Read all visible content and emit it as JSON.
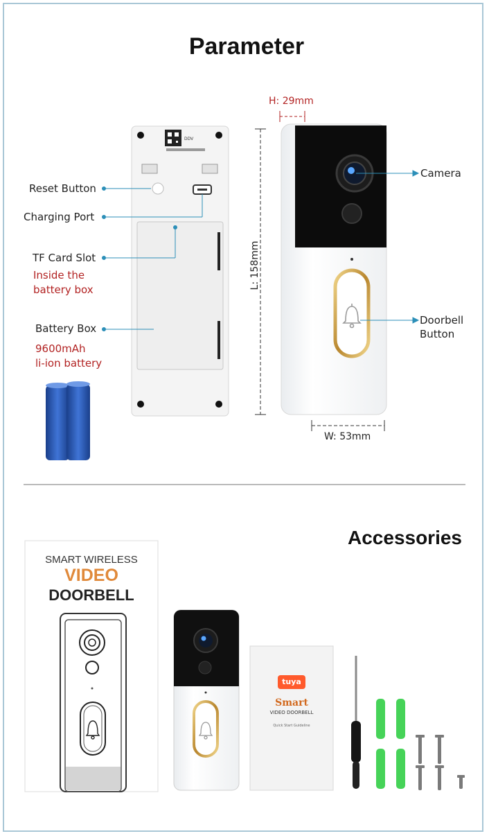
{
  "sections": {
    "parameter_title": "Parameter",
    "accessories_title": "Accessories"
  },
  "labels": {
    "reset_button": "Reset Button",
    "charging_port": "Charging Port",
    "tf_card_slot": "TF Card Slot",
    "tf_note_1": "Inside the",
    "tf_note_2": "battery box",
    "battery_box": "Battery Box",
    "battery_spec_1": "9600mAh",
    "battery_spec_2": "li-ion battery",
    "camera": "Camera",
    "doorbell_1": "Doorbell",
    "doorbell_2": "Button"
  },
  "dimensions": {
    "height": "H: 29mm",
    "length": "L: 158mm",
    "width": "W: 53mm"
  },
  "box": {
    "line1": "SMART WIRELESS",
    "line2": "VIDEO",
    "line3": "DOORBELL"
  },
  "manual": {
    "brand": "tuya",
    "title": "Smart",
    "subtitle": "VIDEO DOORBELL",
    "guide": "Quick Start Guideline"
  },
  "device_back": {
    "sticker": "DDV"
  },
  "colors": {
    "accent_blue": "#2c8fb8",
    "note_red": "#b22222",
    "gold": "#c9a24a",
    "battery_blue": "#1f4fa8",
    "anchor_green": "#3fcf52"
  }
}
